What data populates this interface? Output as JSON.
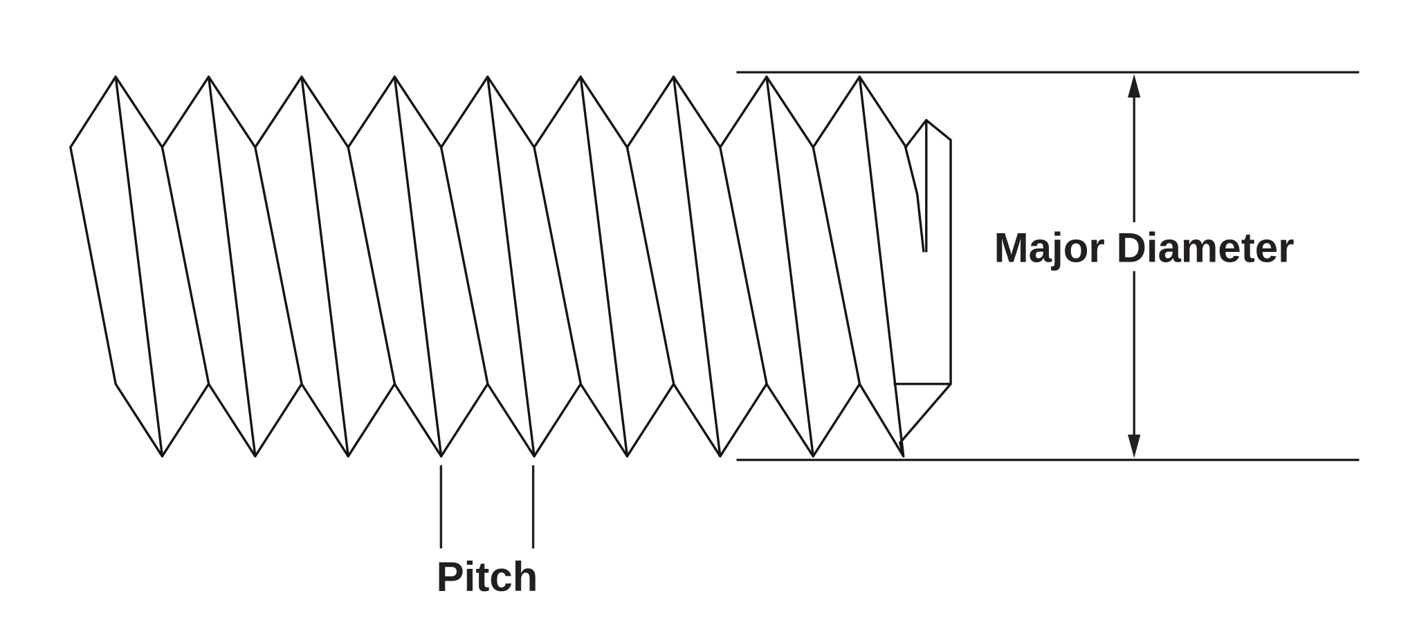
{
  "labels": {
    "major_diameter": "Major Diameter",
    "pitch": "Pitch"
  },
  "thread": {
    "visible_crests": 9
  },
  "colors": {
    "line": "#141414",
    "text": "#231f20",
    "background": "#ffffff"
  }
}
